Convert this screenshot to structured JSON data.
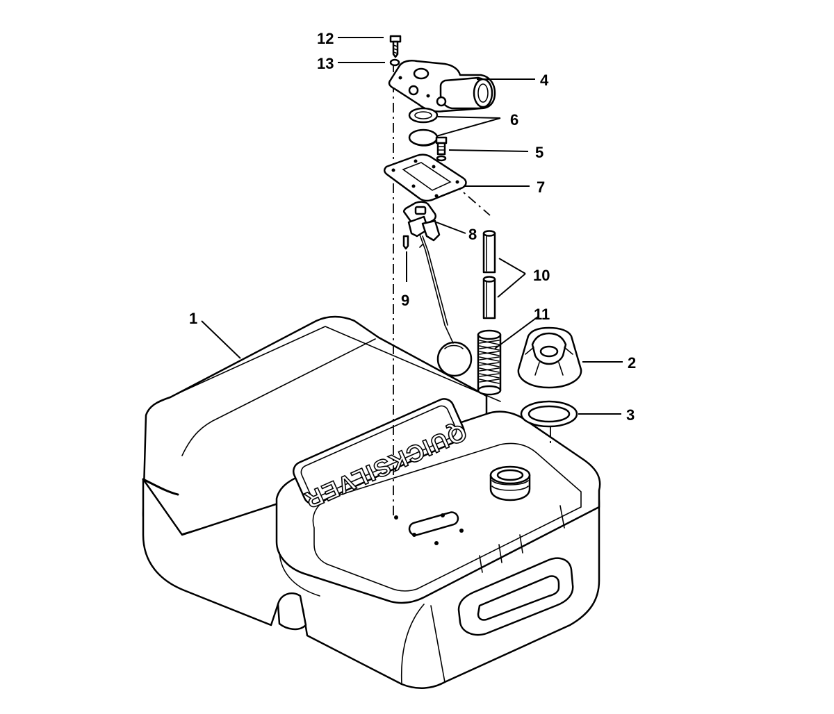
{
  "diagram": {
    "brand_label": "QUICKSILVER",
    "callouts": [
      {
        "id": "c1",
        "label": "1"
      },
      {
        "id": "c2",
        "label": "2"
      },
      {
        "id": "c3",
        "label": "3"
      },
      {
        "id": "c4",
        "label": "4"
      },
      {
        "id": "c5",
        "label": "5"
      },
      {
        "id": "c6",
        "label": "6"
      },
      {
        "id": "c7",
        "label": "7"
      },
      {
        "id": "c8",
        "label": "8"
      },
      {
        "id": "c9",
        "label": "9"
      },
      {
        "id": "c10",
        "label": "10"
      },
      {
        "id": "c11",
        "label": "11"
      },
      {
        "id": "c12",
        "label": "12"
      },
      {
        "id": "c13",
        "label": "13"
      }
    ]
  }
}
